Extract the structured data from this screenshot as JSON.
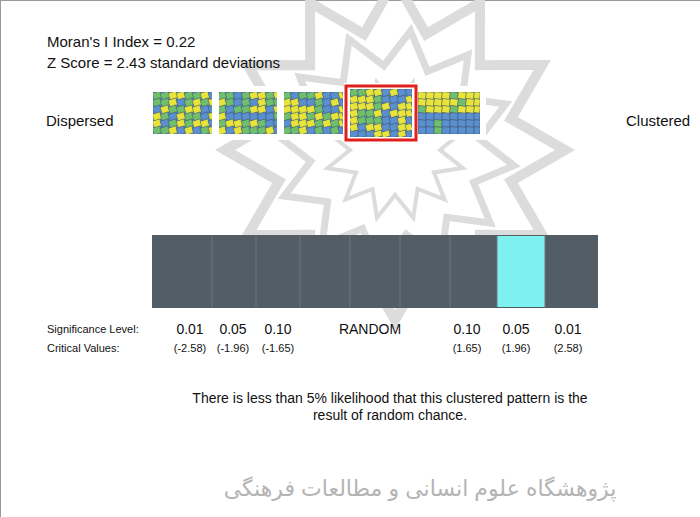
{
  "diagram": {
    "labels": [
      "Moran's I Index = 0.22",
      "Z Score = 2.43 standard deviations",
      "Dispersed",
      "Clustered",
      "Significance Level:",
      "0.01",
      "0.05",
      "0.10",
      "RANDOM",
      "0.10",
      "0.05",
      "0.01",
      "Critical Values:",
      "(-2.58)",
      "(-1.96)",
      "(-1.65)",
      "(1.65)",
      "(1.96)",
      "(2.58)",
      "There is less than 5% likelihood that this clustered pattern is the result of random chance.",
      "پژوهشگاه علوم انسانی و مطالعات فرهنگی"
    ]
  }
}
